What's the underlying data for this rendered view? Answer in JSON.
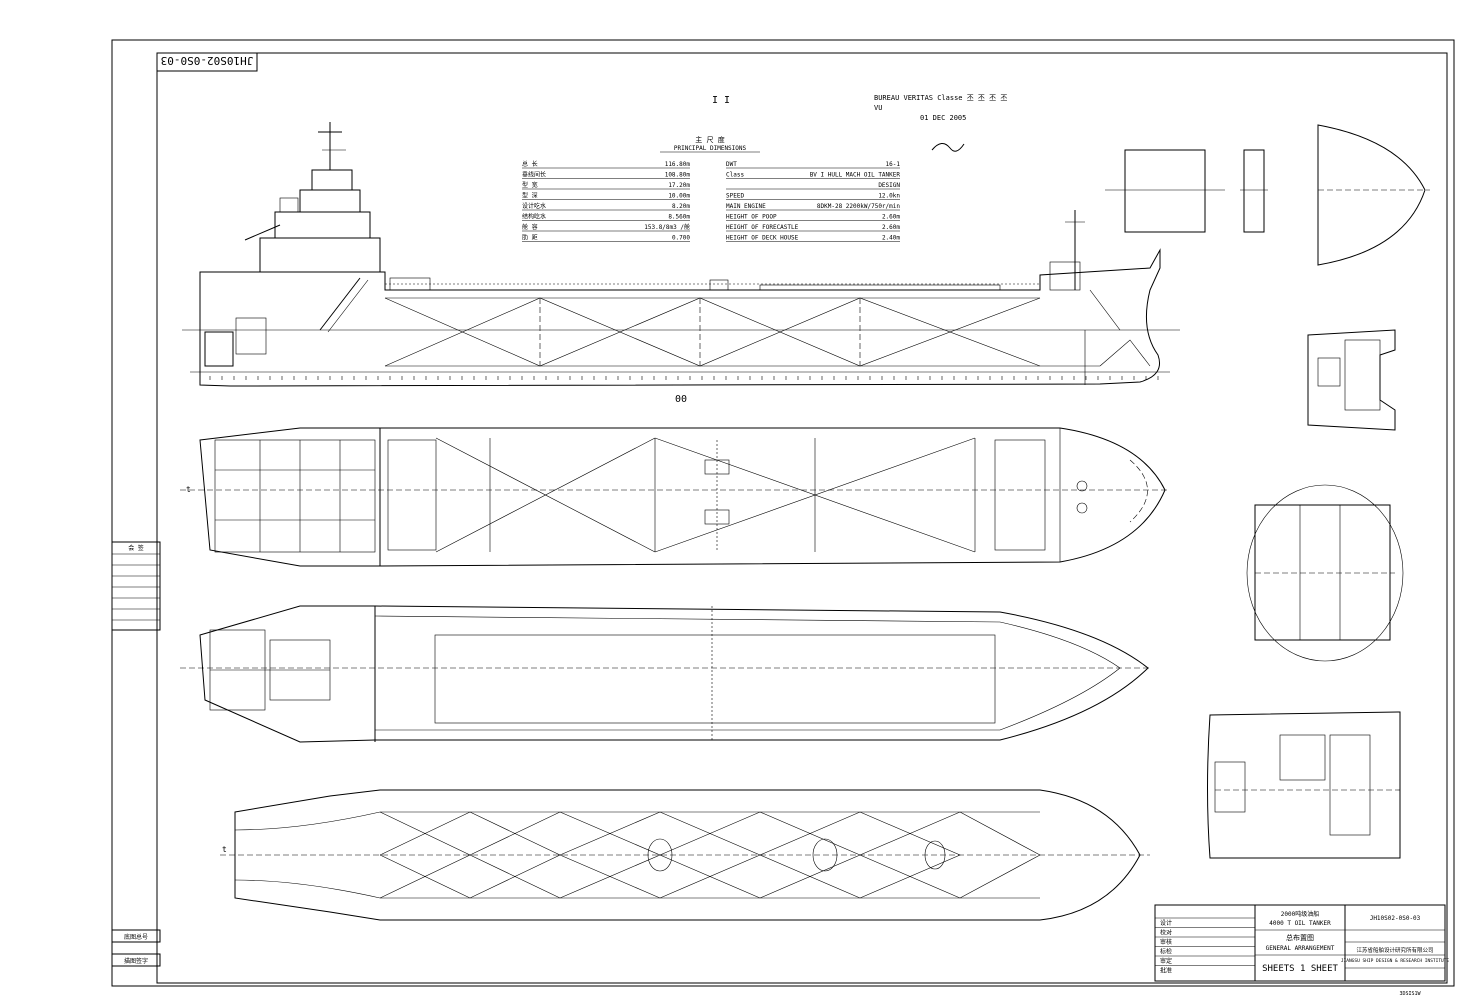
{
  "drawing_number_stamp": "JH10S02-0S0-03",
  "approval": {
    "line1": "BUREAU VERITAS Classe 丕 丕 丕 丕",
    "line2": "VU",
    "line3": "01 DEC 2005"
  },
  "section_mark": "I  I",
  "dimensions_title_cn": "主 尺 度",
  "dimensions_title_en": "PRINCIPAL DIMENSIONS",
  "dimensions_left": [
    {
      "label": "总 长",
      "value": "116.80m"
    },
    {
      "label": "垂线间长",
      "value": "108.80m"
    },
    {
      "label": "型 宽",
      "value": "17.20m"
    },
    {
      "label": "型 深",
      "value": "10.00m"
    },
    {
      "label": "设计吃水",
      "value": "8.20m"
    },
    {
      "label": "结构吃水",
      "value": "8.560m"
    },
    {
      "label": "舱 容",
      "value": "153.8/8m3 /舱"
    },
    {
      "label": "肋 距",
      "value": "0.700"
    }
  ],
  "dimensions_right": [
    {
      "label": "DWT",
      "value": "16-1"
    },
    {
      "label": "Class",
      "value": "BV I HULL MACH OIL TANKER"
    },
    {
      "label": "",
      "value": "DESIGN"
    },
    {
      "label": "SPEED",
      "value": "12.0kn"
    },
    {
      "label": "MAIN ENGINE",
      "value": "8DKM-28 2200kW/750r/min"
    },
    {
      "label": "HEIGHT OF POOP",
      "value": "2.60m"
    },
    {
      "label": "HEIGHT OF FORECASTLE",
      "value": "2.60m"
    },
    {
      "label": "HEIGHT OF DECK HOUSE",
      "value": "2.40m"
    }
  ],
  "view_labels": {
    "profile_mark": "00",
    "plan_left_mark": "t"
  },
  "title_block": {
    "project_cn": "2000吨级油船",
    "project_en": "4000 T OIL TANKER",
    "drawing_title_cn": "总布置图",
    "drawing_title_en": "GENERAL ARRANGEMENT",
    "drawing_no": "JH10S02-0S0-03",
    "company_cn": "江苏省船舶设计研究所有限公司",
    "company_en": "JIANGSU SHIP DESIGN & RESEARCH INSTITUTE",
    "sheet": "SHEETS 1  SHEET",
    "bottom_code": "3DSIS1W",
    "signatures": [
      "设计",
      "校对",
      "审核",
      "标检",
      "审定",
      "批准"
    ]
  },
  "side_table": {
    "header": "会 签",
    "rows": [
      "",
      "",
      "",
      "",
      "",
      "",
      ""
    ],
    "stamp1": "底图总号",
    "stamp2": "描图签字"
  }
}
